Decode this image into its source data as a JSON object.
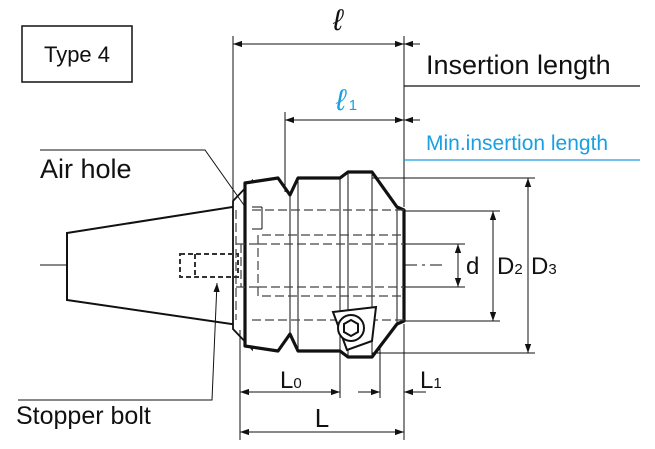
{
  "type_label": "Type 4",
  "labels": {
    "l": "ℓ",
    "insertion_length": "Insertion length",
    "l1_main": "ℓ",
    "l1_sub": "1",
    "min_insertion_length": "Min.insertion length",
    "air_hole": "Air hole",
    "stopper_bolt": "Stopper bolt",
    "d": "d",
    "D2_main": "D",
    "D2_sub": "2",
    "D3_main": "D",
    "D3_sub": "3",
    "L0_main": "L",
    "L0_sub": "0",
    "L1_main": "L",
    "L1_sub": "1",
    "L": "L"
  },
  "colors": {
    "line": "#111111",
    "accent": "#1a9fe0",
    "hidden": "#555555"
  }
}
